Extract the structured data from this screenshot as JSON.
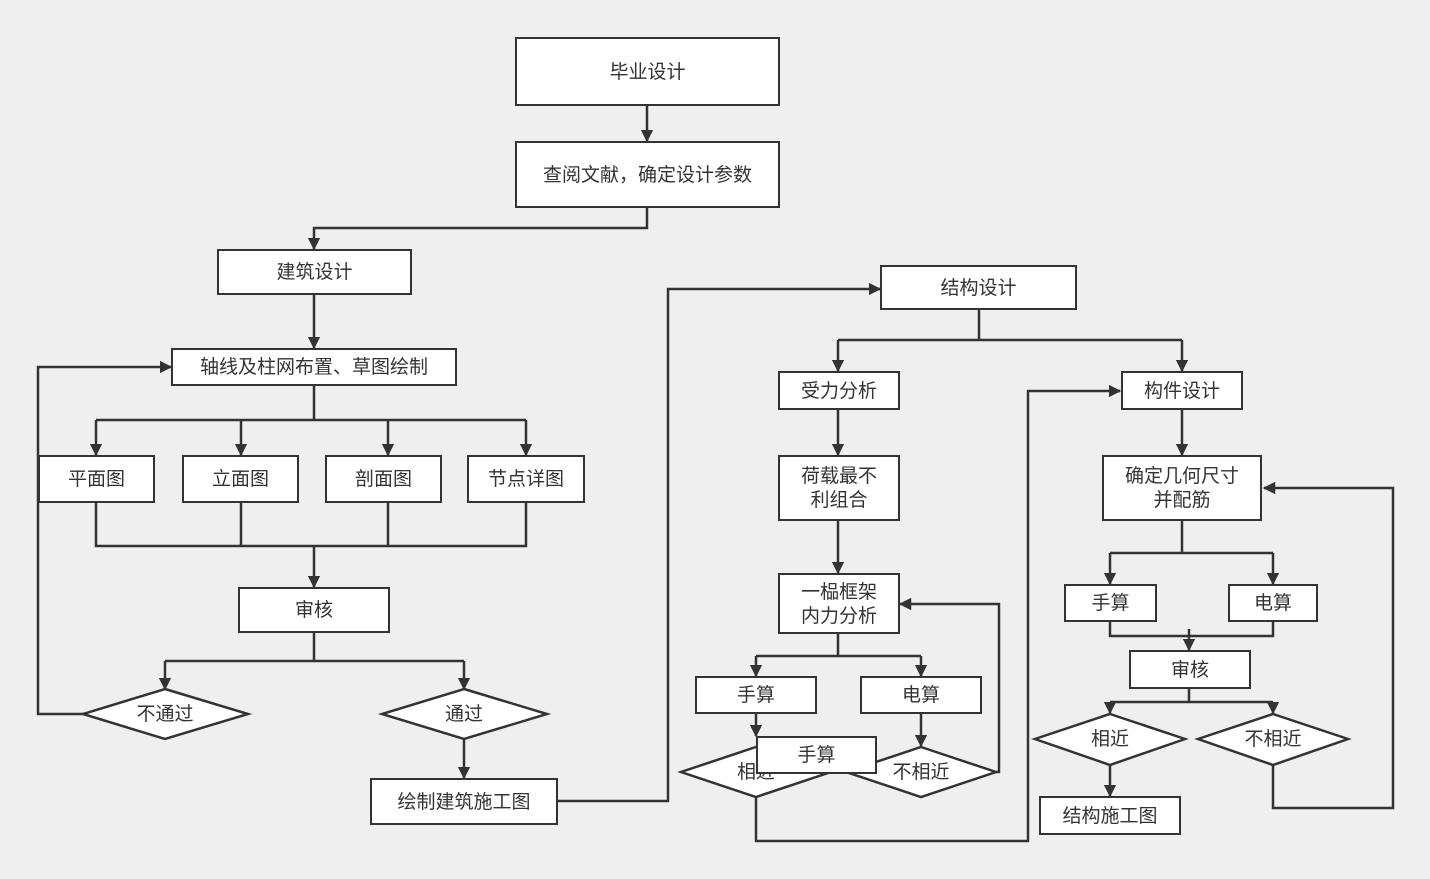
{
  "colors": {
    "background": "#efefef",
    "line": "#333333",
    "box": "#ffffff",
    "text": "#333333"
  },
  "nodes": {
    "graduation": "毕业设计",
    "literature": "查阅文献，确定设计参数",
    "arch_design": "建筑设计",
    "axis_layout": "轴线及柱网布置、草图绘制",
    "plan": "平面图",
    "elevation": "立面图",
    "section": "剖面图",
    "detail": "节点详图",
    "review_left": "审核",
    "fail": "不通过",
    "pass": "通过",
    "arch_drawing": "绘制建筑施工图",
    "struct_design": "结构设计",
    "force_analysis": "受力分析",
    "load_combo": "荷载最不\n利组合",
    "frame_analysis": "一榀框架\n内力分析",
    "hand_calc_mid": "手算",
    "computer_calc_mid": "电算",
    "similar_mid": "相近",
    "hand_calc_overlay": "手算",
    "not_similar_mid": "不相近",
    "member_design": "构件设计",
    "size_reinforce": "确定几何尺寸\n并配筋",
    "hand_calc_right": "手算",
    "computer_calc_right": "电算",
    "review_right": "审核",
    "similar_right": "相近",
    "not_similar_right": "不相近",
    "struct_drawing": "结构施工图"
  }
}
